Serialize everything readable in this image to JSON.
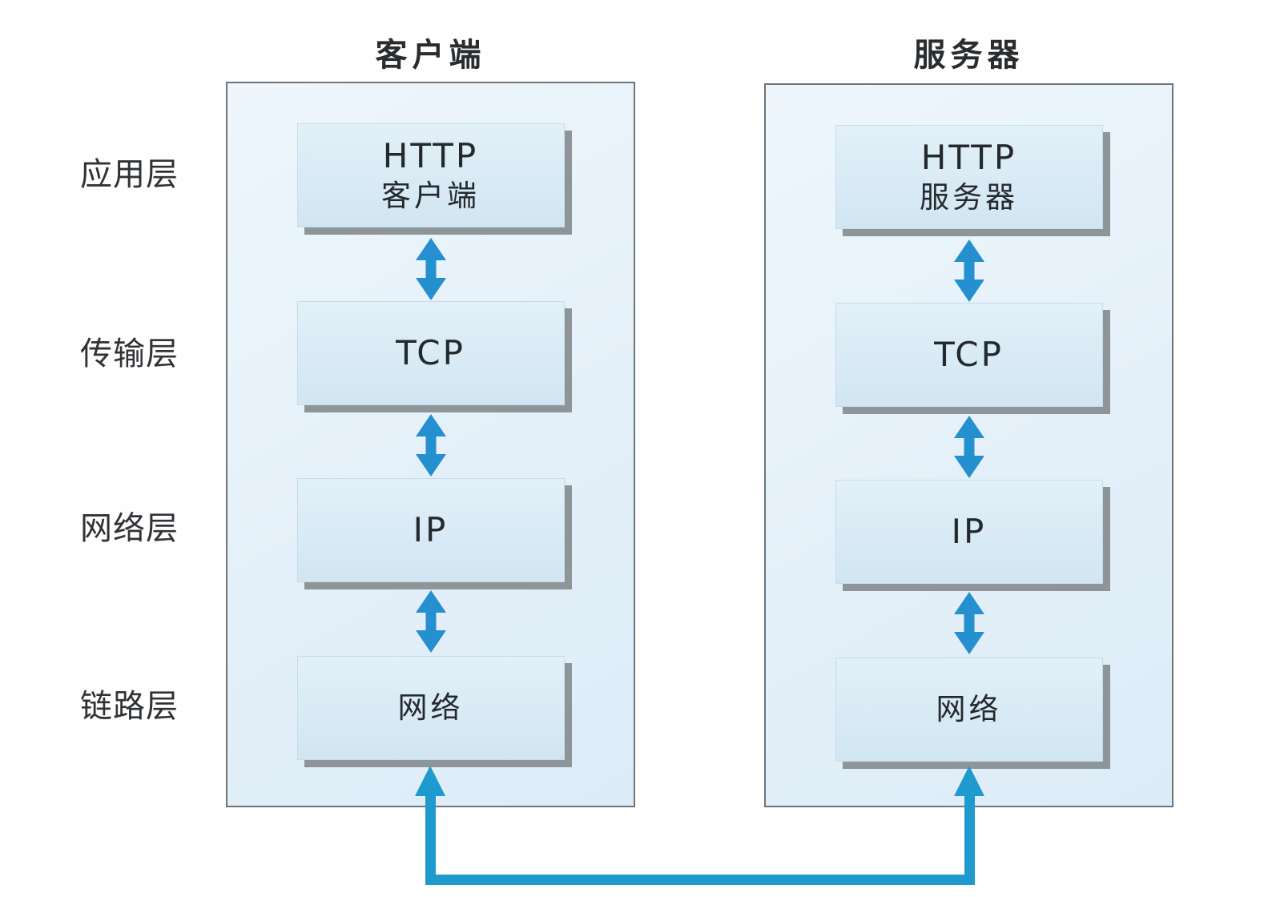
{
  "client": {
    "title": "客户端",
    "boxes": [
      {
        "line1": "HTTP",
        "line2": "客户端"
      },
      {
        "line1": "TCP"
      },
      {
        "line1": "IP"
      },
      {
        "line1": "网络"
      }
    ]
  },
  "server": {
    "title": "服务器",
    "boxes": [
      {
        "line1": "HTTP",
        "line2": "服务器"
      },
      {
        "line1": "TCP"
      },
      {
        "line1": "IP"
      },
      {
        "line1": "网络"
      }
    ]
  },
  "layers": {
    "labels": [
      "应用层",
      "传输层",
      "网络层",
      "链路层"
    ]
  },
  "colors": {
    "arrow_blue": "#2490d0",
    "connector_blue": "#1e9acf",
    "panel_fill": "#e4f0f9",
    "box_fill": "#d8eaf5",
    "shadow_gray": "#8d9598",
    "border_gray": "#6f7478",
    "text": "#26292c"
  }
}
